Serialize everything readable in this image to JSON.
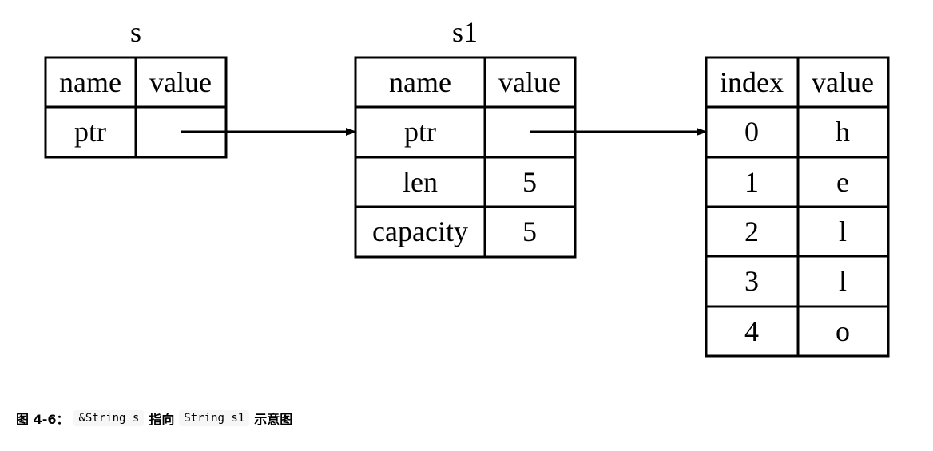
{
  "diagram": {
    "s": {
      "title": "s",
      "headers": [
        "name",
        "value"
      ],
      "rows": [
        {
          "name": "ptr",
          "value": ""
        }
      ]
    },
    "s1": {
      "title": "s1",
      "headers": [
        "name",
        "value"
      ],
      "rows": [
        {
          "name": "ptr",
          "value": ""
        },
        {
          "name": "len",
          "value": "5"
        },
        {
          "name": "capacity",
          "value": "5"
        }
      ]
    },
    "heap": {
      "headers": [
        "index",
        "value"
      ],
      "rows": [
        {
          "index": "0",
          "value": "h"
        },
        {
          "index": "1",
          "value": "e"
        },
        {
          "index": "2",
          "value": "l"
        },
        {
          "index": "3",
          "value": "l"
        },
        {
          "index": "4",
          "value": "o"
        }
      ]
    },
    "arrows": [
      {
        "from": "s.ptr",
        "to": "s1.ptr"
      },
      {
        "from": "s1.ptr",
        "to": "heap.0"
      }
    ]
  },
  "caption": {
    "label": "图 4-6：",
    "code1": "&String s",
    "middle": "指向",
    "code2": "String s1",
    "suffix": "示意图"
  }
}
